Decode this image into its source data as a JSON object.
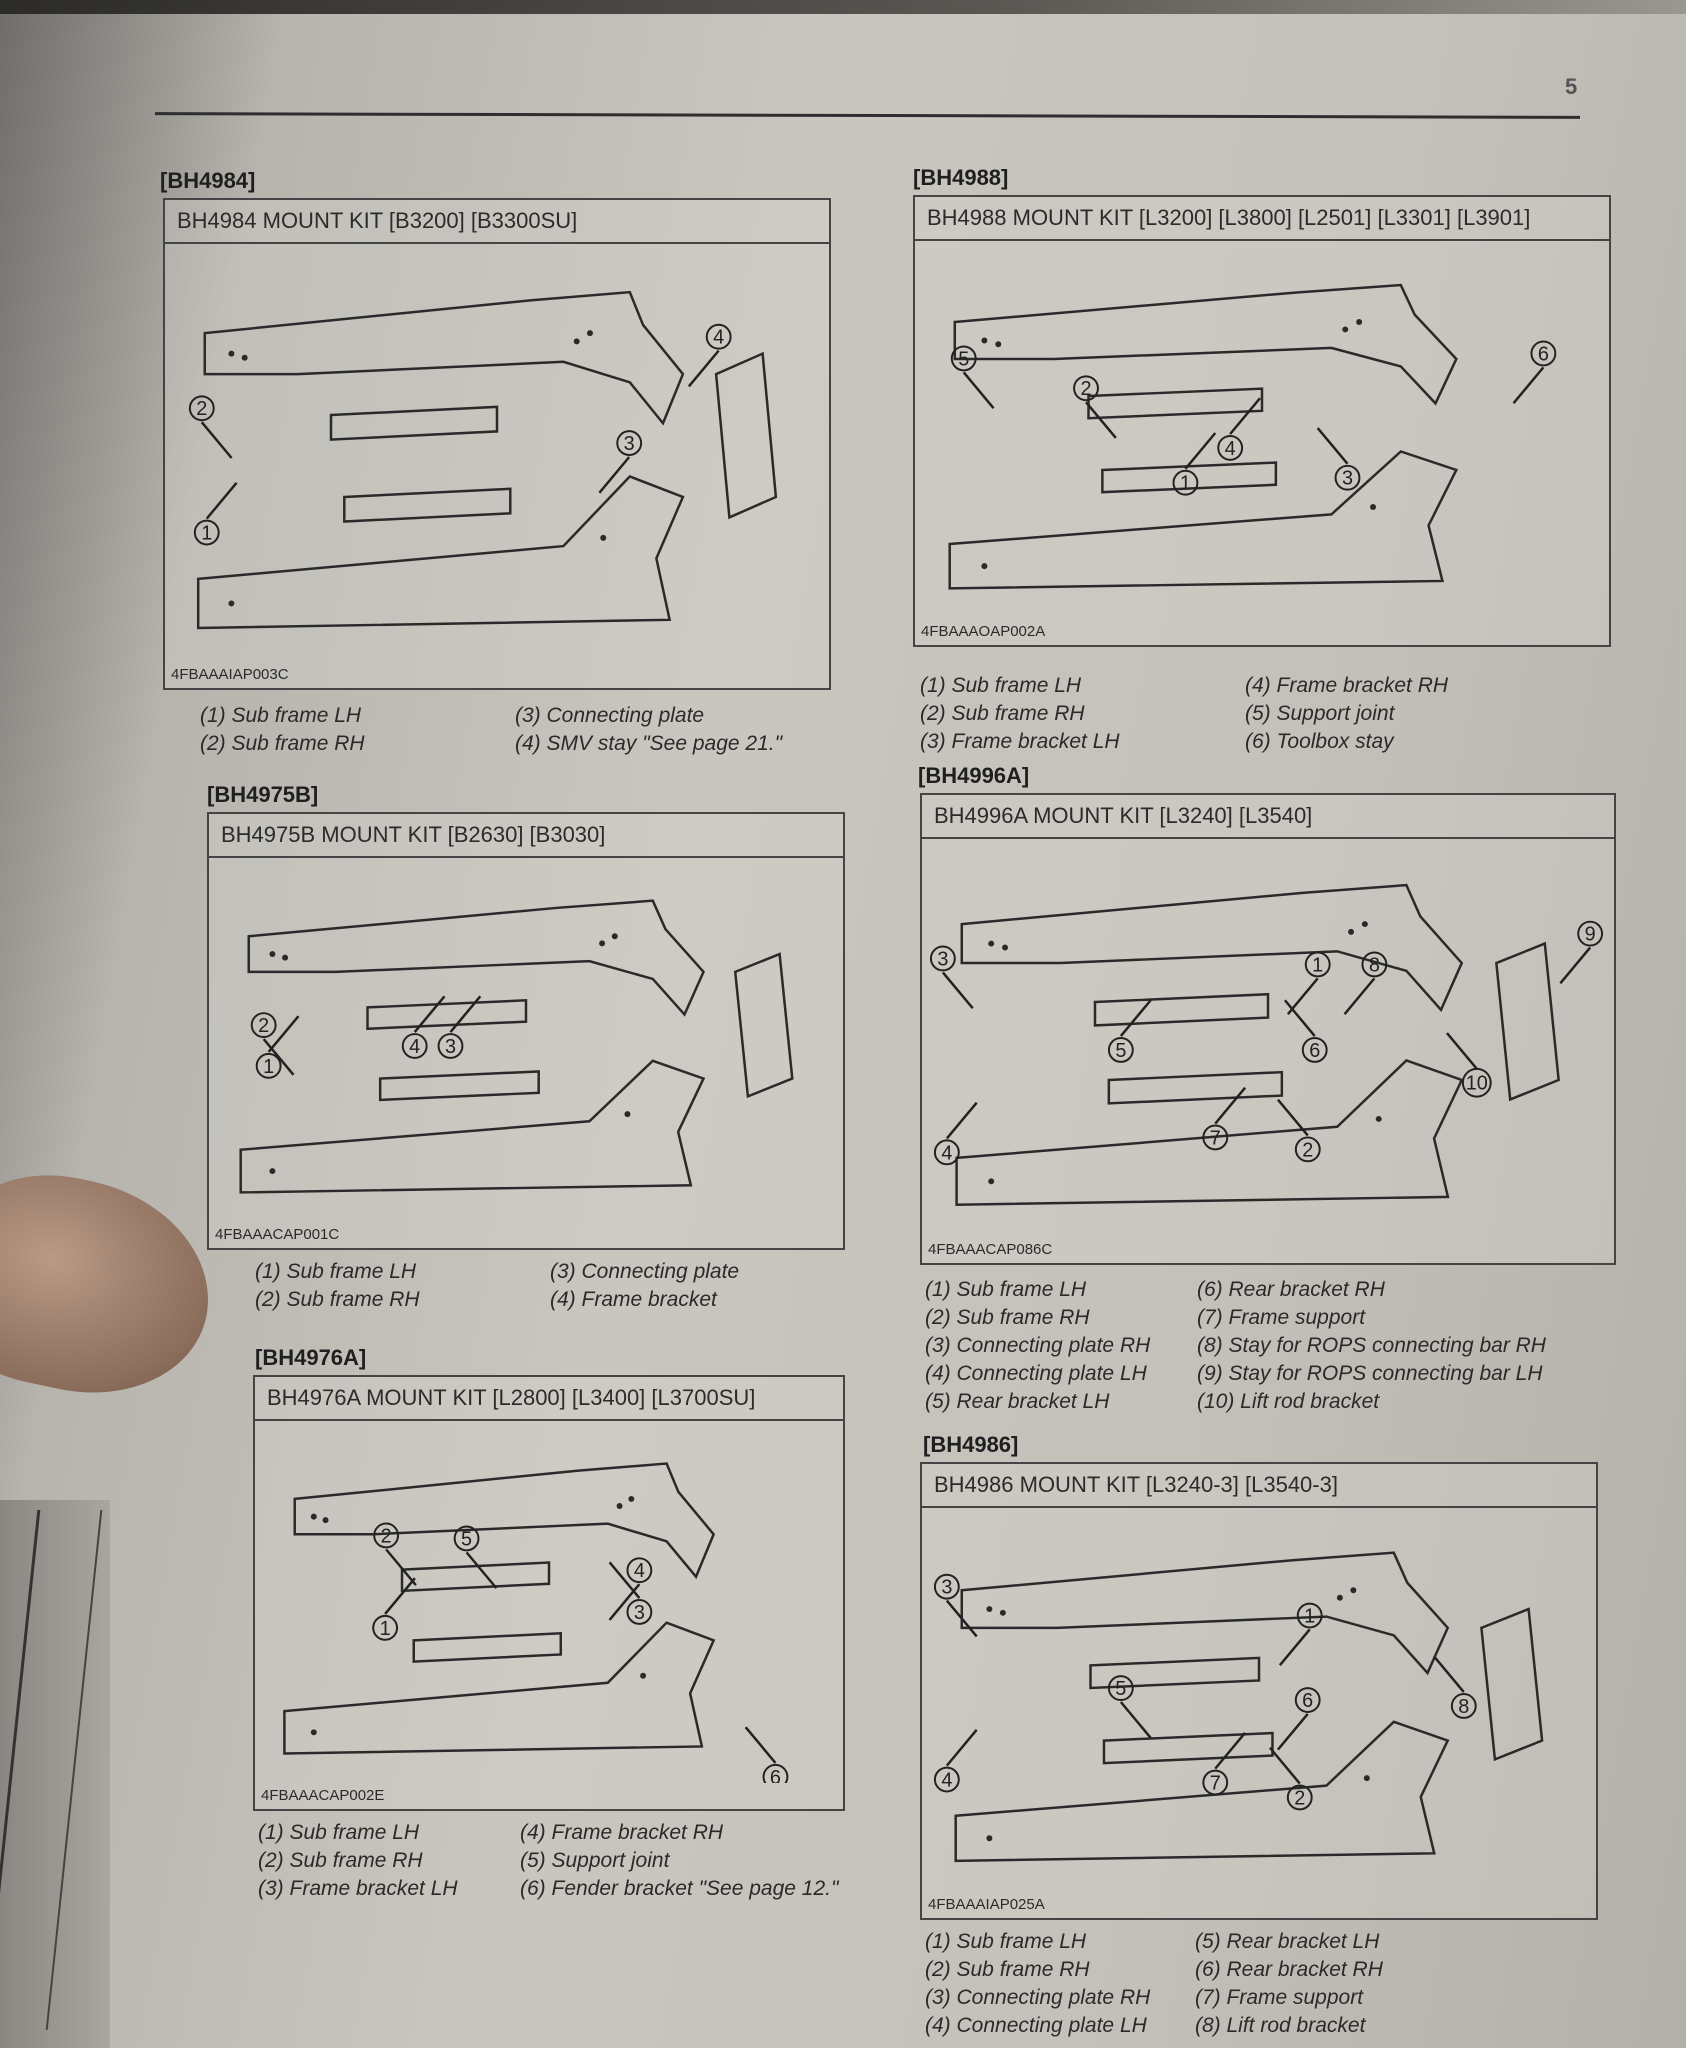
{
  "page_number": "5",
  "panels": [
    {
      "id": "a",
      "label": "[BH4984]",
      "title": "BH4984 MOUNT KIT [B3200] [B3300SU]",
      "code": "4FBAAAIAP003C",
      "callouts": [
        "1",
        "2",
        "3",
        "4"
      ],
      "captions": {
        "left": [
          "(1) Sub frame LH",
          "(2) Sub frame RH"
        ],
        "right": [
          "(3) Connecting plate",
          "(4) SMV stay \"See page 21.\""
        ]
      }
    },
    {
      "id": "b",
      "label": "[BH4988]",
      "title": "BH4988 MOUNT KIT [L3200] [L3800] [L2501] [L3301] [L3901]",
      "code": "4FBAAAOAP002A",
      "callouts": [
        "1",
        "2",
        "3",
        "4",
        "5",
        "6"
      ],
      "captions": {
        "left": [
          "(1) Sub frame LH",
          "(2) Sub frame RH",
          "(3) Frame bracket LH"
        ],
        "right": [
          "(4) Frame bracket RH",
          "(5) Support joint",
          "(6) Toolbox stay"
        ]
      }
    },
    {
      "id": "c",
      "label": "[BH4975B]",
      "title": "BH4975B MOUNT KIT [B2630] [B3030]",
      "code": "4FBAAACAP001C",
      "callouts": [
        "1",
        "2",
        "3",
        "4"
      ],
      "captions": {
        "left": [
          "(1) Sub frame LH",
          "(2) Sub frame RH"
        ],
        "right": [
          "(3) Connecting plate",
          "(4) Frame bracket"
        ]
      }
    },
    {
      "id": "d",
      "label": "[BH4996A]",
      "title": "BH4996A MOUNT KIT [L3240] [L3540]",
      "code": "4FBAAACAP086C",
      "callouts": [
        "1",
        "2",
        "3",
        "4",
        "5",
        "6",
        "7",
        "8",
        "9",
        "10"
      ],
      "captions": {
        "left": [
          "(1) Sub frame LH",
          "(2) Sub frame RH",
          "(3) Connecting plate RH",
          "(4) Connecting plate LH",
          "(5) Rear bracket LH"
        ],
        "right": [
          "(6) Rear bracket RH",
          "(7) Frame support",
          "(8) Stay for ROPS connecting bar RH",
          "(9) Stay for ROPS connecting bar LH",
          "(10) Lift rod bracket"
        ]
      }
    },
    {
      "id": "e",
      "label": "[BH4976A]",
      "title": "BH4976A MOUNT KIT [L2800] [L3400] [L3700SU]",
      "code": "4FBAAACAP002E",
      "callouts": [
        "1",
        "2",
        "3",
        "4",
        "5",
        "6"
      ],
      "captions": {
        "left": [
          "(1) Sub frame LH",
          "(2) Sub frame RH",
          "(3) Frame bracket LH"
        ],
        "right": [
          "(4) Frame bracket RH",
          "(5) Support joint",
          "(6) Fender bracket \"See page 12.\""
        ]
      }
    },
    {
      "id": "f",
      "label": "[BH4986]",
      "title": "BH4986 MOUNT KIT [L3240-3] [L3540-3]",
      "code": "4FBAAAIAP025A",
      "callouts": [
        "1",
        "2",
        "3",
        "4",
        "5",
        "6",
        "7",
        "8"
      ],
      "captions": {
        "left": [
          "(1) Sub frame LH",
          "(2) Sub frame RH",
          "(3) Connecting plate RH",
          "(4) Connecting plate LH"
        ],
        "right": [
          "(5) Rear bracket LH",
          "(6) Rear bracket RH",
          "(7) Frame support",
          "(8) Lift rod bracket"
        ]
      }
    }
  ]
}
